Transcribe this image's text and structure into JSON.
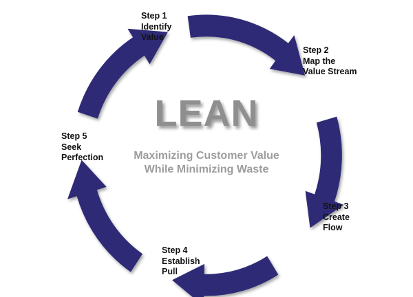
{
  "colors": {
    "arrow": "#2e2c76",
    "arrow_shadow": "#9a9a9a",
    "title": "#8f8f8f",
    "tagline": "#9d9d9d",
    "label": "#111111"
  },
  "center": {
    "title": "LEAN",
    "tagline": [
      "Maximizing Customer Value",
      "While Minimizing Waste"
    ]
  },
  "steps": [
    {
      "lines": [
        "Step 1",
        "Identify",
        "Value"
      ]
    },
    {
      "lines": [
        "Step 2",
        "Map the",
        "Value Stream"
      ]
    },
    {
      "lines": [
        "Step 3",
        "Create",
        "Flow"
      ]
    },
    {
      "lines": [
        "Step 4",
        "Establish",
        "Pull"
      ]
    },
    {
      "lines": [
        "Step 5",
        "Seek",
        "Perfection"
      ]
    }
  ],
  "arrows": [
    {
      "name": "arrow-step1-to-step2",
      "direction": "clockwise"
    },
    {
      "name": "arrow-step2-to-step3",
      "direction": "clockwise"
    },
    {
      "name": "arrow-step3-to-step4",
      "direction": "clockwise"
    },
    {
      "name": "arrow-step4-to-step5",
      "direction": "clockwise"
    },
    {
      "name": "arrow-step5-to-step1",
      "direction": "clockwise"
    }
  ]
}
